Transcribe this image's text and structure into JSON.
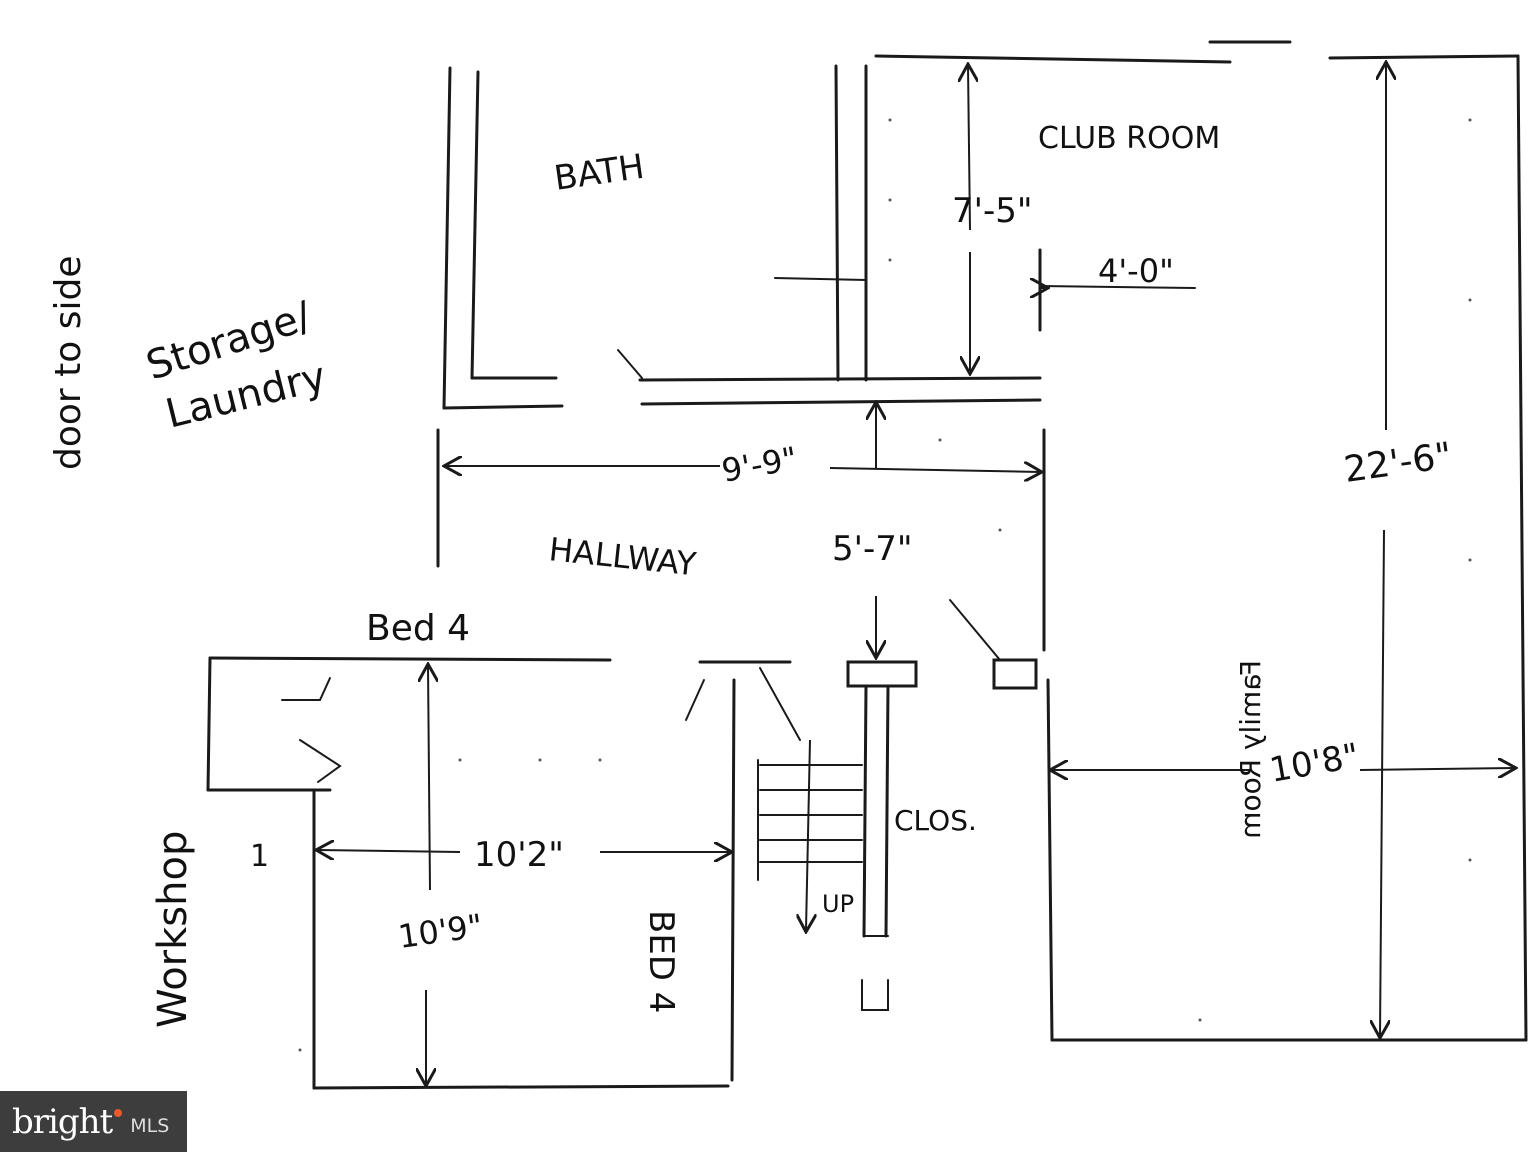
{
  "labels": {
    "door_to_side": "door to side",
    "storage_laundry_1": "Storage/",
    "storage_laundry_2": "Laundry",
    "bath": "BATH",
    "club_room": "CLUB ROOM",
    "family_room": "Family Room",
    "hallway": "HALLWAY",
    "bed_upper": "Bed 4",
    "workshop": "Workshop",
    "closet": "CLOS.",
    "stairs_up": "UP",
    "bed_vertical": "BED 4",
    "workshop_mark": "1"
  },
  "dimensions": {
    "club_depth": "7'-5\"",
    "club_offset": "4'-0\"",
    "hall_width": "9'-9\"",
    "hall_depth": "5'-7\"",
    "family_length": "22'-6\"",
    "family_width": "10'8\"",
    "bed_width": "10'2\"",
    "bed_depth": "10'9\""
  },
  "watermark": {
    "brand": "bright",
    "suffix": "MLS",
    "accent": "#e85a2a"
  }
}
